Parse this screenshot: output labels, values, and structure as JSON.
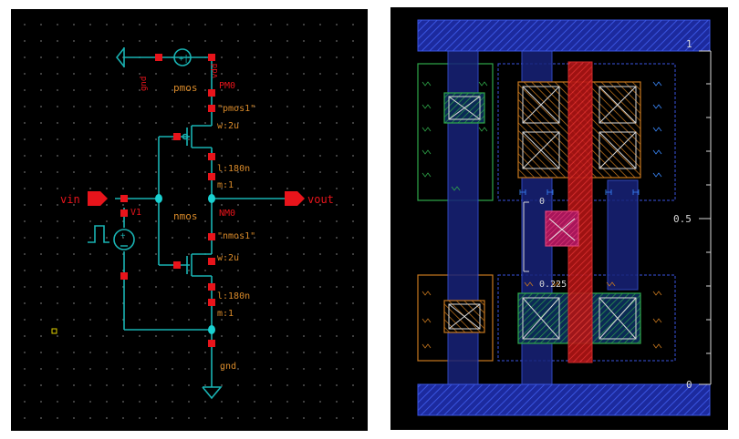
{
  "schematic": {
    "vin": "vin",
    "vout": "vout",
    "source": "V1",
    "vdd_label": "vdd",
    "gnd_top": "gnd",
    "gnd_bottom": "gnd",
    "pmos": {
      "type": "pmos",
      "instance": "PM0",
      "model": "\"pmos1\"",
      "w": "w:2u",
      "l": "l:180n",
      "m": "m:1"
    },
    "nmos": {
      "type": "nmos",
      "instance": "NM0",
      "model": "\"nmos1\"",
      "w": "w:2u",
      "l": "l:180n",
      "m": "m:1"
    }
  },
  "layout": {
    "ruler_top": "1",
    "ruler_mid": "0.5",
    "ruler_bottom": "0",
    "coord_a": "0",
    "coord_b": "0.225"
  },
  "colors": {
    "schematic_bg": "#000000",
    "wire": "#19b3b3",
    "pin": "#e8141b",
    "label": "#d98a2a",
    "net_label": "#e8141b",
    "metal": "#1b2aa8",
    "poly": "#d41c1c",
    "diffusion": "#2ea84a",
    "well": "#2a5cd8"
  }
}
